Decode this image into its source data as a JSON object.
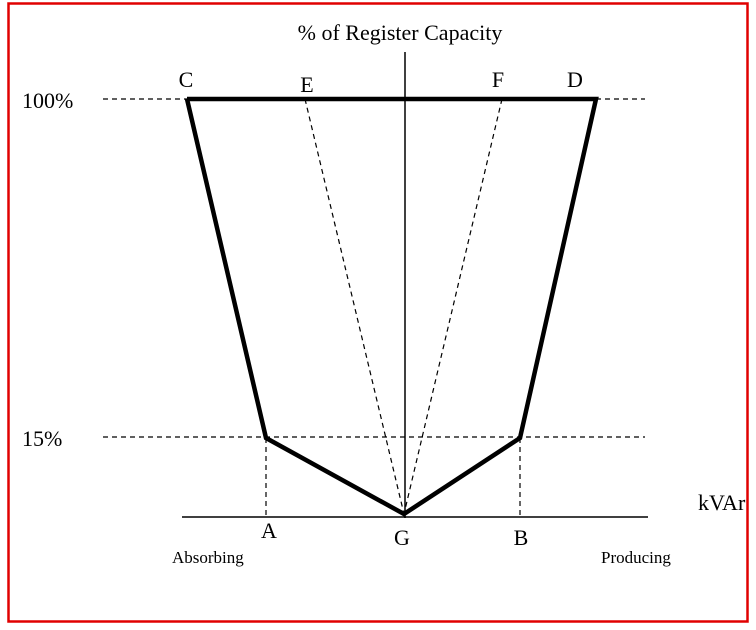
{
  "title": "% of Register Capacity",
  "x_axis_label": "kVAr",
  "levels": {
    "high": "100%",
    "low": "15%"
  },
  "points": {
    "A": "A",
    "B": "B",
    "C": "C",
    "D": "D",
    "E": "E",
    "F": "F",
    "G": "G"
  },
  "directions": {
    "left": "Absorbing",
    "right": "Producing"
  },
  "colors": {
    "border": "#e00000",
    "line": "#000000",
    "background": "#ffffff"
  }
}
